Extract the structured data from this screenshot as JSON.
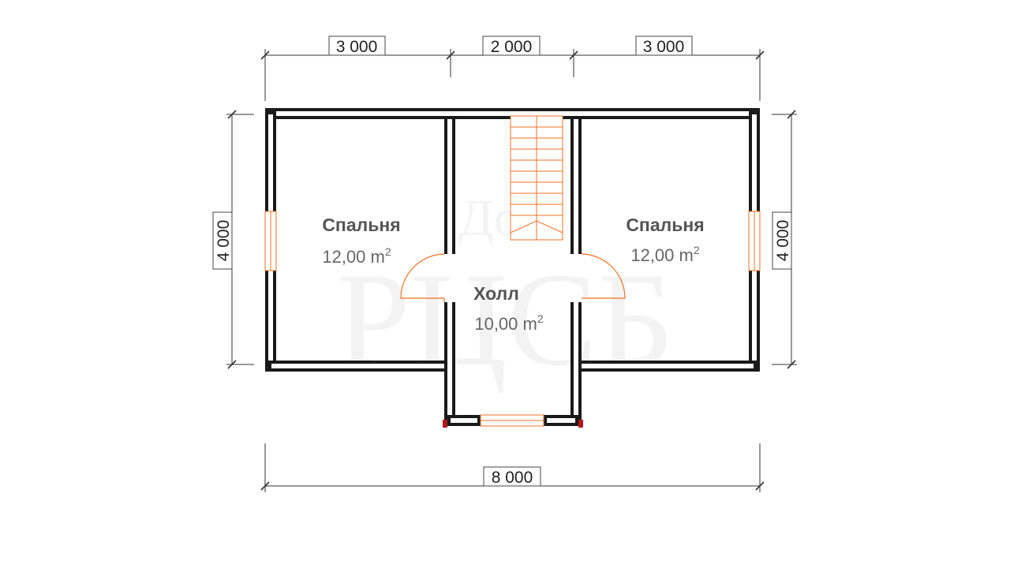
{
  "dimensions": {
    "top": [
      "3 000",
      "2 000",
      "3 000"
    ],
    "bottom": "8 000",
    "left": "4 000",
    "right": "4 000"
  },
  "rooms": {
    "bedroom_left": {
      "name": "Спальня",
      "area": "12,00 m",
      "unit_sup": "2"
    },
    "bedroom_right": {
      "name": "Спальня",
      "area": "12,00 m",
      "unit_sup": "2"
    },
    "hall": {
      "name": "Холл",
      "area": "10,00 m",
      "unit_sup": "2"
    }
  },
  "watermark": {
    "line1": "Дом",
    "line2": "РЦСБ"
  },
  "colors": {
    "wall": "#1a1a1a",
    "wall_fill": "#ffffff",
    "stair": "#f07020",
    "door": "#f07020",
    "window": "#f07020",
    "dimension_line": "#333333"
  }
}
